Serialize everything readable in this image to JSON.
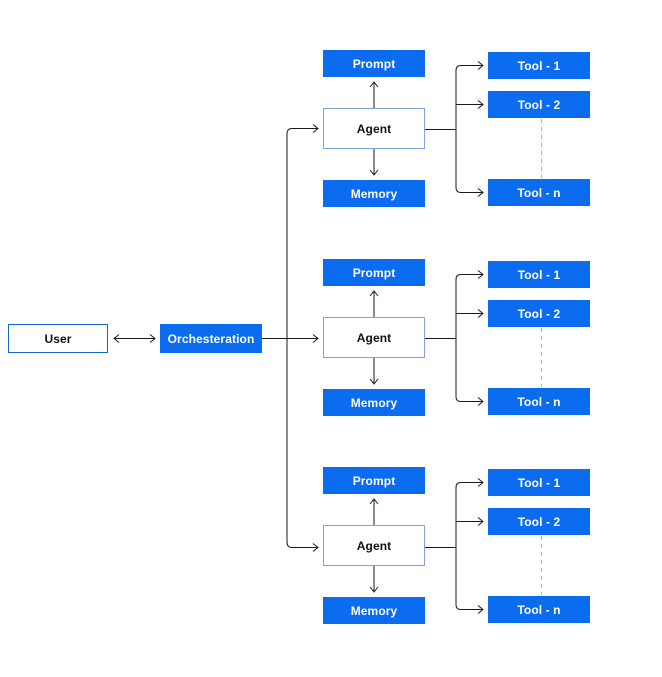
{
  "user": {
    "label": "User"
  },
  "orchestration": {
    "label": "Orchesteration"
  },
  "agents": [
    {
      "prompt": "Prompt",
      "agent": "Agent",
      "memory": "Memory",
      "tools": [
        "Tool - 1",
        "Tool - 2",
        "Tool - n"
      ]
    },
    {
      "prompt": "Prompt",
      "agent": "Agent",
      "memory": "Memory",
      "tools": [
        "Tool - 1",
        "Tool - 2",
        "Tool - n"
      ]
    },
    {
      "prompt": "Prompt",
      "agent": "Agent",
      "memory": "Memory",
      "tools": [
        "Tool - 1",
        "Tool - 2",
        "Tool - n"
      ]
    }
  ],
  "colors": {
    "node_fill": "#0b6cf0",
    "node_text": "#ffffff",
    "outline": "#1565d8",
    "agent_outline": "#7aa4e0",
    "connector": "#1a1a1a",
    "dashed": "#b8b8b8"
  }
}
